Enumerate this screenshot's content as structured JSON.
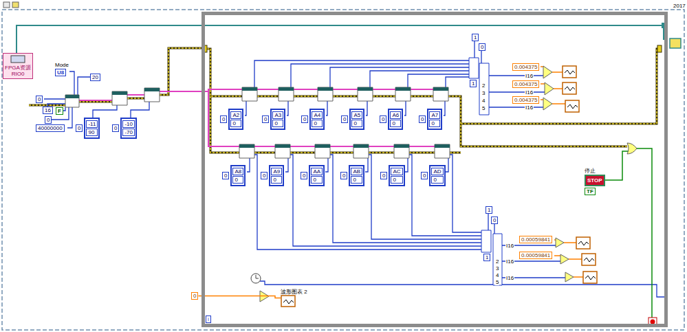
{
  "diagram": {
    "nodes": [
      {
        "text": [
          "FPGA资源 RIO0"
        ]
      },
      {
        "text": [
          "Mode",
          "U8"
        ]
      },
      {
        "text": [
          "20"
        ]
      },
      {
        "text": [
          "0"
        ]
      },
      {
        "text": [
          "16"
        ]
      },
      {
        "text": [
          "F"
        ]
      },
      {
        "text": [
          "0"
        ]
      },
      {
        "text": [
          "40000000"
        ]
      },
      {
        "text": [
          "0",
          "-11",
          "90"
        ]
      },
      {
        "text": [
          "0",
          "-10",
          "-70"
        ]
      },
      {
        "text": [
          "i"
        ]
      },
      {
        "text": [
          "0",
          "A2",
          "0"
        ],
        "in": 10
      },
      {
        "text": [
          "0",
          "A3",
          "0"
        ],
        "in": 10
      },
      {
        "text": [
          "0",
          "A4",
          "0"
        ],
        "in": 10
      },
      {
        "text": [
          "0",
          "A5",
          "0"
        ],
        "in": 10
      },
      {
        "text": [
          "0",
          "A6",
          "0"
        ],
        "in": 10
      },
      {
        "text": [
          "0",
          "A7",
          "0"
        ],
        "in": 10
      },
      {
        "text": [
          "0",
          "A8",
          "0"
        ],
        "in": 10
      },
      {
        "text": [
          "0",
          "A9",
          "0"
        ],
        "in": 10
      },
      {
        "text": [
          "0",
          "AA",
          "0"
        ],
        "in": 10
      },
      {
        "text": [
          "0",
          "AB",
          "0"
        ],
        "in": 10
      },
      {
        "text": [
          "0",
          "AC",
          "0"
        ],
        "in": 10
      },
      {
        "text": [
          "0",
          "AD",
          "0"
        ],
        "in": 10
      },
      {
        "text": [
          "1"
        ],
        "in": 10
      },
      {
        "text": [
          "0"
        ],
        "in": 10
      },
      {
        "text": [
          "1"
        ],
        "in": 10
      },
      {
        "text": [
          "0.004375"
        ],
        "in": 10
      },
      {
        "text": [
          "0.004375"
        ],
        "in": 10
      },
      {
        "text": [
          "0.004375"
        ],
        "in": 10
      },
      {
        "text": [
          "停止",
          "STOP",
          "TF"
        ],
        "in": 10
      },
      {
        "text": [
          "1"
        ],
        "in": 10
      },
      {
        "text": [
          "0"
        ],
        "in": 10
      },
      {
        "text": [
          "1"
        ],
        "in": 10
      },
      {
        "text": [
          "0.00059841"
        ],
        "in": 10
      },
      {
        "text": [
          "0.00059841"
        ],
        "in": 10
      },
      {
        "text": [
          "0"
        ]
      },
      {
        "text": [
          "波形图表 2"
        ],
        "in": 10
      }
    ],
    "edges": [
      {
        "from": 35,
        "to": 36,
        "arrow": "none"
      }
    ],
    "labels": [
      "2017",
      "2",
      "3",
      "4",
      "5",
      "2",
      "3",
      "4",
      "5",
      "I16",
      "I16",
      "I16",
      "I16",
      "I16",
      "I16"
    ]
  }
}
